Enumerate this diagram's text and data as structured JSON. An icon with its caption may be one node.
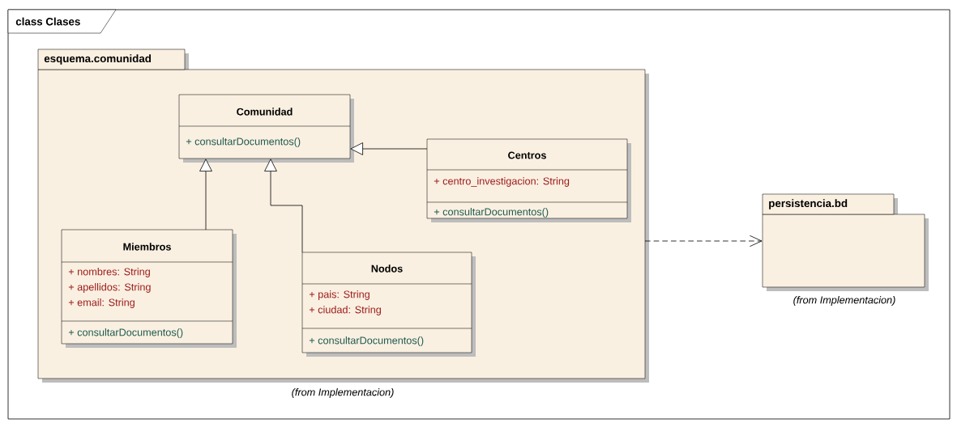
{
  "diagram": {
    "nodes": [
      {
        "text": [
          "class Clases"
        ]
      },
      {
        "text": [
          "esquema.comunidad"
        ],
        "beside": [
          "(from Implementacion)"
        ],
        "in": 0
      },
      {
        "text": [
          "Comunidad",
          "+ consultarDocumentos()"
        ],
        "in": 1
      },
      {
        "text": [
          "Centros",
          "+ centro_investigacion: String",
          "+ consultarDocumentos()"
        ],
        "in": 1
      },
      {
        "text": [
          "Miembros",
          "+ nombres: String",
          "+ apellidos: String",
          "+ email: String",
          "+ consultarDocumentos()"
        ],
        "in": 1
      },
      {
        "text": [
          "Nodos",
          "+ pais: String",
          "+ ciudad: String",
          "+ consultarDocumentos()"
        ],
        "in": 1
      },
      {
        "text": [
          "persistencia.bd"
        ],
        "beside": [
          "(from Implementacion)"
        ],
        "in": 0
      }
    ],
    "edges": [
      {
        "from": 3,
        "to": 2,
        "arrow": "to"
      },
      {
        "from": 4,
        "to": 2,
        "arrow": "to"
      },
      {
        "from": 5,
        "to": 2,
        "arrow": "to"
      },
      {
        "from": 1,
        "to": 6,
        "arrow": "to",
        "style": "dashed"
      }
    ]
  }
}
